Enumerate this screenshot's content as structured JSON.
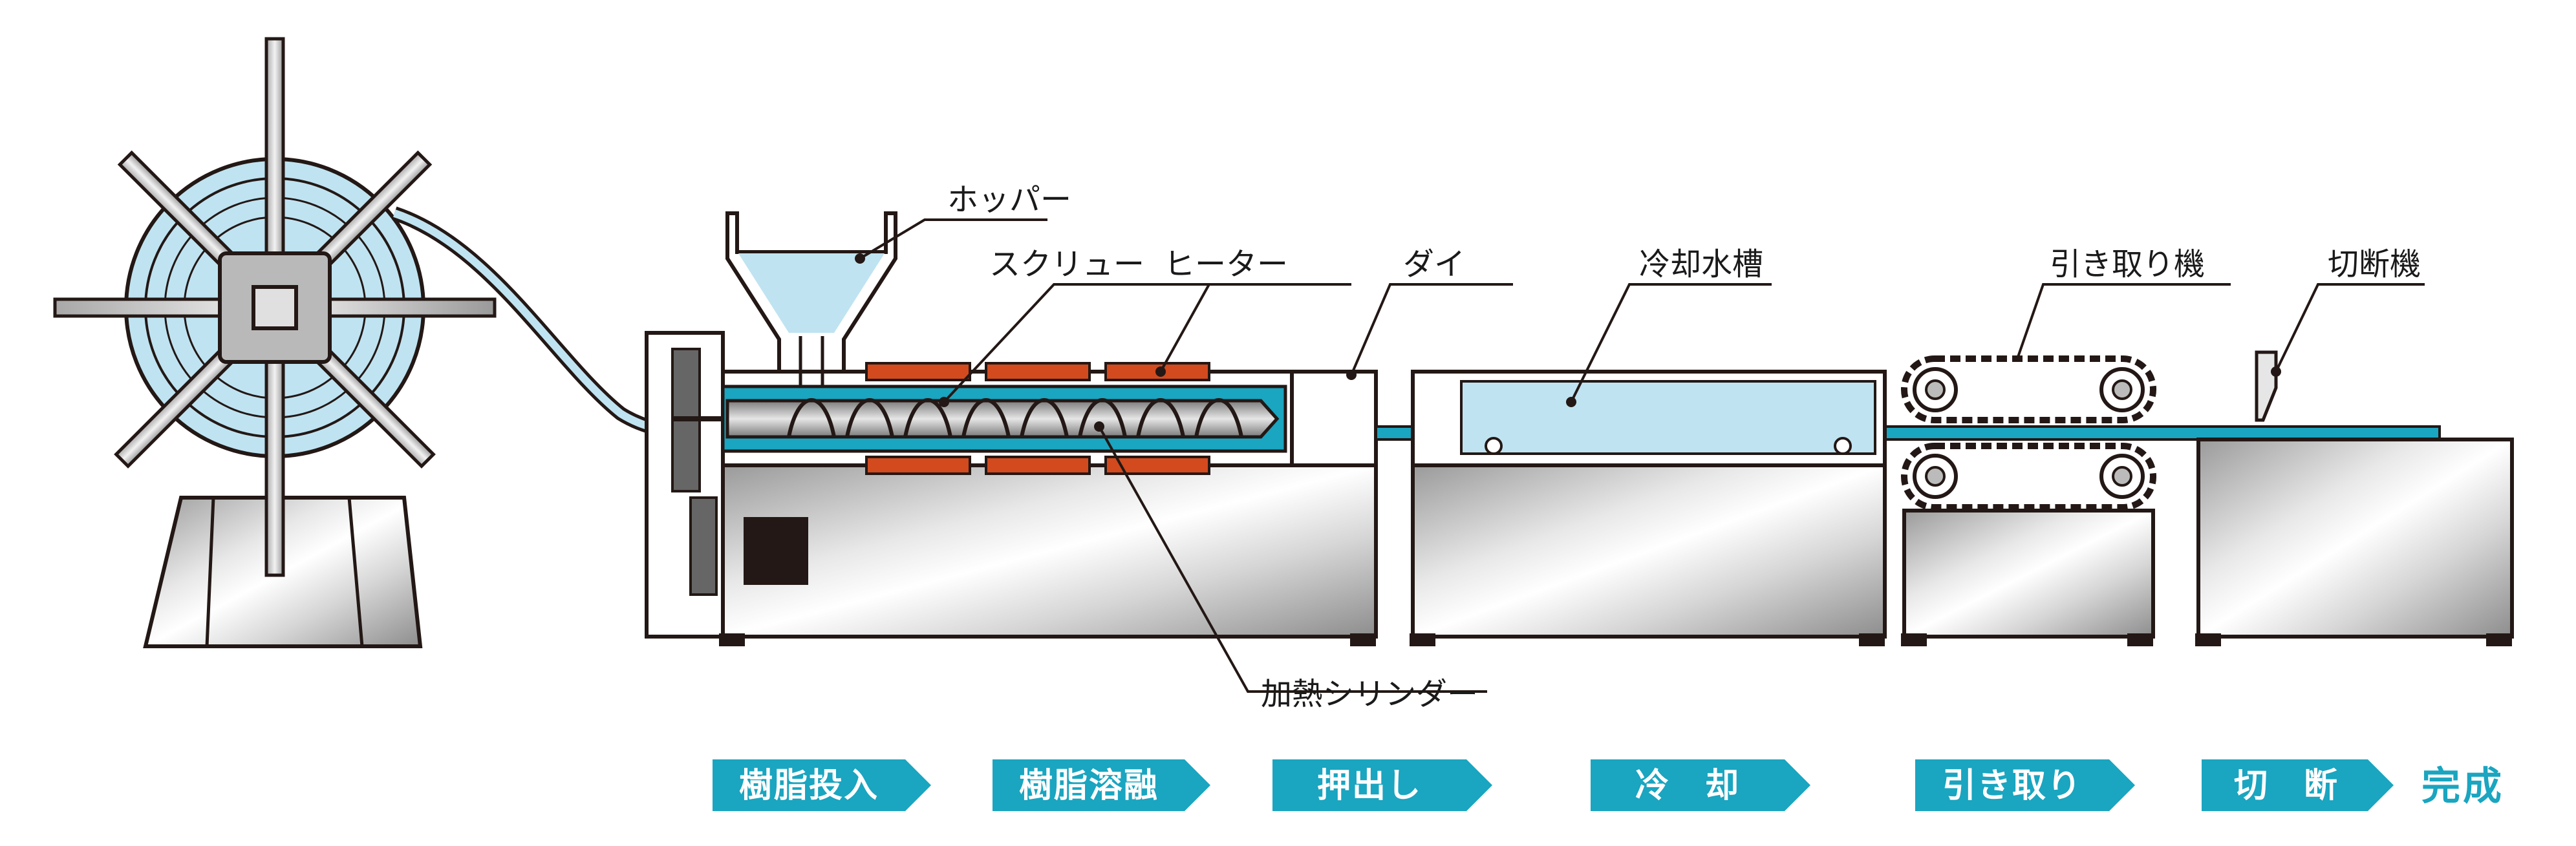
{
  "labels": {
    "hopper": "ホッパー",
    "screw": "スクリュー",
    "heater": "ヒーター",
    "die": "ダイ",
    "cooling_tank": "冷却水槽",
    "puller": "引き取り機",
    "cutter": "切断機",
    "heating_cylinder": "加熱シリンダー"
  },
  "steps": [
    {
      "label": "樹脂投入"
    },
    {
      "label": "樹脂溶融"
    },
    {
      "label": "押出し"
    },
    {
      "label": "冷　却"
    },
    {
      "label": "引き取り"
    },
    {
      "label": "切　断"
    }
  ],
  "final_label": "完成",
  "colors": {
    "accent": "#1aa5c0",
    "water": "#bfe3f1",
    "heater": "#d24a1e",
    "dark": "#231815",
    "steel": "#c9c9c9"
  }
}
